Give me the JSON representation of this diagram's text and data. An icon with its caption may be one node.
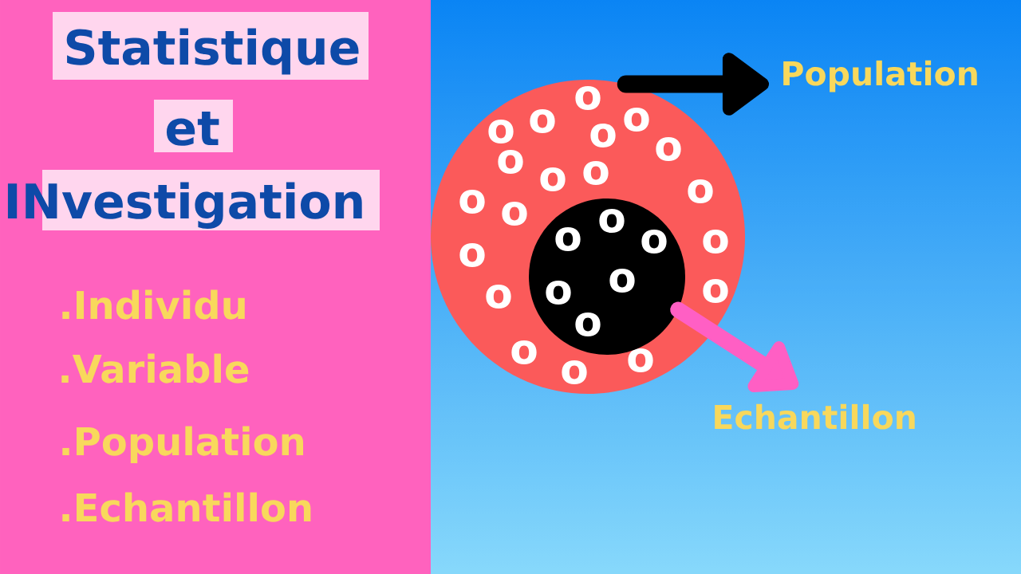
{
  "diagram": {
    "nodes": [
      {
        "text": [
          "Statistique"
        ]
      },
      {
        "text": [
          "et"
        ]
      },
      {
        "text": [
          "INvestigation"
        ]
      },
      {
        "text": [
          "o",
          "o",
          "o",
          "o",
          "o",
          "o",
          "o",
          "o",
          "o",
          "o",
          "o",
          "o",
          "o",
          "o",
          "o",
          "o",
          "o",
          "o",
          "o"
        ]
      },
      {
        "text": [
          "o",
          "o",
          "o",
          "o",
          "o",
          "o"
        ],
        "in": 3
      },
      {
        "text": [
          "Population"
        ]
      },
      {
        "text": [
          "Echantillon"
        ]
      }
    ],
    "edges": [
      {
        "from": 3,
        "to": 5,
        "arrow": "to",
        "color": "#000000"
      },
      {
        "from": 4,
        "to": 6,
        "arrow": "to",
        "color": "#ff5fc4"
      }
    ],
    "labels": [
      ".Individu",
      ".Variable",
      ".Population",
      ".Echantillon"
    ]
  }
}
